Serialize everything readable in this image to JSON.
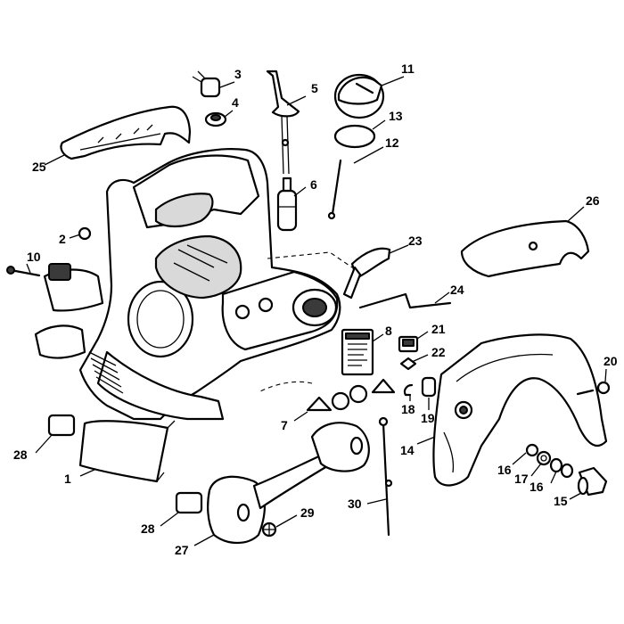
{
  "callouts": [
    {
      "key": "c1",
      "label": "1"
    },
    {
      "key": "c2",
      "label": "2"
    },
    {
      "key": "c3",
      "label": "3"
    },
    {
      "key": "c4",
      "label": "4"
    },
    {
      "key": "c5",
      "label": "5"
    },
    {
      "key": "c6",
      "label": "6"
    },
    {
      "key": "c7",
      "label": "7"
    },
    {
      "key": "c8",
      "label": "8"
    },
    {
      "key": "c10",
      "label": "10"
    },
    {
      "key": "c11",
      "label": "11"
    },
    {
      "key": "c12",
      "label": "12"
    },
    {
      "key": "c13",
      "label": "13"
    },
    {
      "key": "c14",
      "label": "14"
    },
    {
      "key": "c15",
      "label": "15"
    },
    {
      "key": "c16a",
      "label": "16"
    },
    {
      "key": "c16b",
      "label": "16"
    },
    {
      "key": "c17",
      "label": "17"
    },
    {
      "key": "c18",
      "label": "18"
    },
    {
      "key": "c19",
      "label": "19"
    },
    {
      "key": "c20",
      "label": "20"
    },
    {
      "key": "c21",
      "label": "21"
    },
    {
      "key": "c22",
      "label": "22"
    },
    {
      "key": "c23",
      "label": "23"
    },
    {
      "key": "c24",
      "label": "24"
    },
    {
      "key": "c25",
      "label": "25"
    },
    {
      "key": "c26",
      "label": "26"
    },
    {
      "key": "c27",
      "label": "27"
    },
    {
      "key": "c28a",
      "label": "28"
    },
    {
      "key": "c28b",
      "label": "28"
    },
    {
      "key": "c29",
      "label": "29"
    },
    {
      "key": "c30",
      "label": "30"
    }
  ],
  "colors": {
    "line": "#000000",
    "background": "#ffffff",
    "shade": "#d9d9d9"
  }
}
